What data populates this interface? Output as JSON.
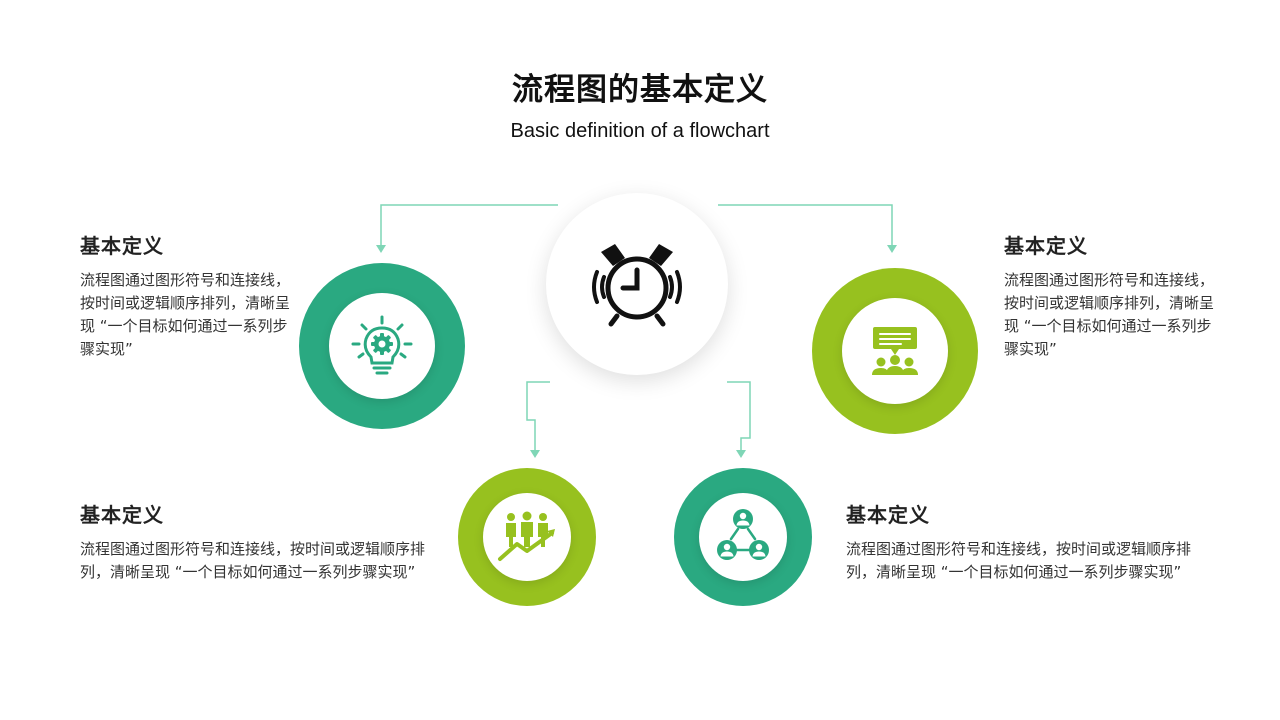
{
  "title": "流程图的基本定义",
  "subtitle": "Basic definition of a flowchart",
  "center": {
    "icon": "alarm-clock-icon"
  },
  "items": [
    {
      "icon": "lightbulb-gear-icon",
      "color": "#2aa981",
      "heading": "基本定义",
      "body": "流程图通过图形符号和连接线，按时间或逻辑顺序排列，清晰呈现 “一个目标如何通过一系列步骤实现”"
    },
    {
      "icon": "presentation-audience-icon",
      "color": "#97c11f",
      "heading": "基本定义",
      "body": "流程图通过图形符号和连接线，按时间或逻辑顺序排列，清晰呈现 “一个目标如何通过一系列步骤实现”"
    },
    {
      "icon": "team-growth-icon",
      "color": "#97c11f",
      "heading": "基本定义",
      "body": "流程图通过图形符号和连接线，按时间或逻辑顺序排列，清晰呈现 “一个目标如何通过一系列步骤实现”"
    },
    {
      "icon": "people-network-icon",
      "color": "#2aa981",
      "heading": "基本定义",
      "body": "流程图通过图形符号和连接线，按时间或逻辑顺序排列，清晰呈现 “一个目标如何通过一系列步骤实现”"
    }
  ],
  "colors": {
    "green": "#2aa981",
    "lime": "#97c11f",
    "connector": "#7fd6b6"
  }
}
